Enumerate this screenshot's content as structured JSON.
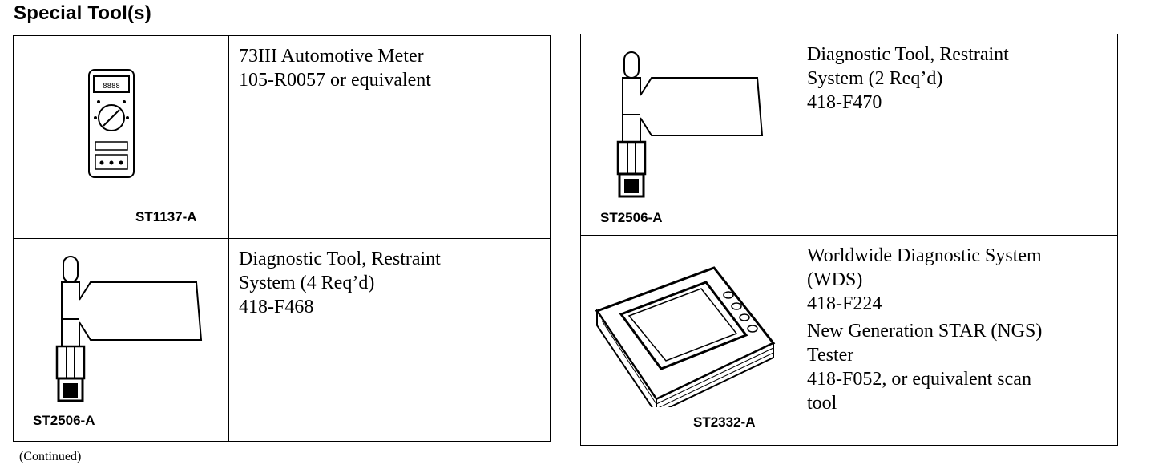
{
  "title": "Special Tool(s)",
  "left_table": {
    "rows": [
      {
        "code": "ST1137-A",
        "icon": "multimeter-icon",
        "lines": [
          "73III Automotive Meter",
          "105-R0057 or equivalent"
        ]
      },
      {
        "code": "ST2506-A",
        "icon": "restraint-diagnostic-tool-icon",
        "lines": [
          "Diagnostic Tool, Restraint",
          "System (4 Req’d)",
          "418-F468"
        ]
      }
    ]
  },
  "right_table": {
    "rows": [
      {
        "code": "ST2506-A",
        "icon": "restraint-diagnostic-tool-icon",
        "lines": [
          "Diagnostic Tool, Restraint",
          "System (2 Req’d)",
          "418-F470"
        ]
      },
      {
        "code": "ST2332-A",
        "icon": "scan-tool-icon",
        "lines": [
          "Worldwide Diagnostic System",
          "(WDS)",
          "418-F224"
        ],
        "lines2": [
          "New Generation STAR (NGS)",
          "Tester",
          "418-F052, or equivalent scan",
          "tool"
        ]
      }
    ]
  },
  "footnote": "(Continued)"
}
